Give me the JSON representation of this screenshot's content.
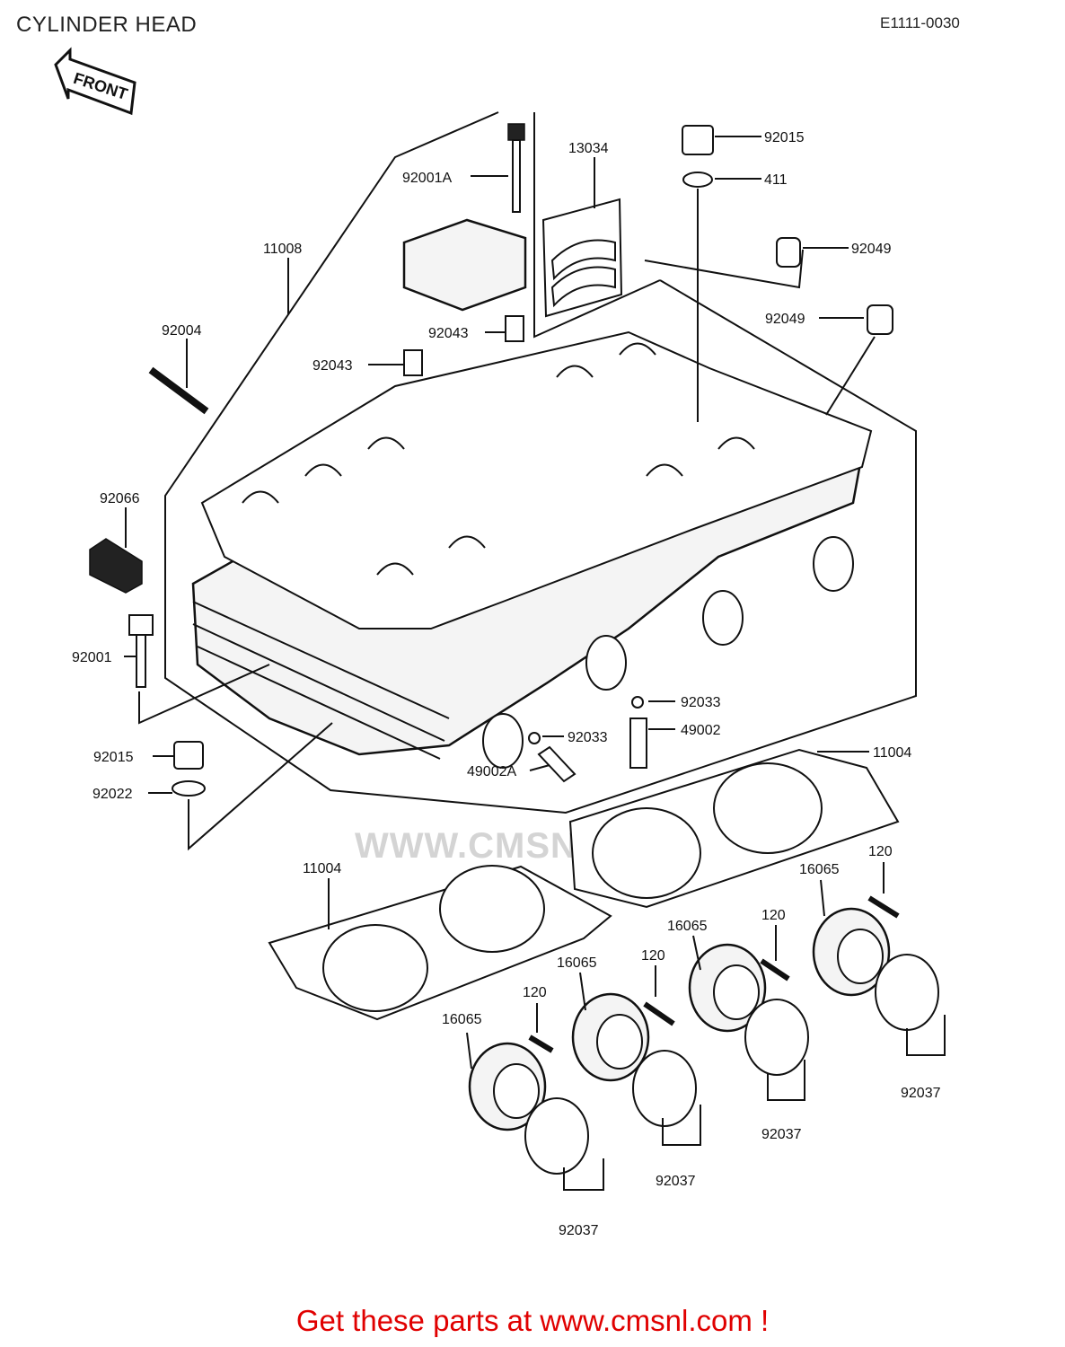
{
  "header": {
    "title": "CYLINDER HEAD",
    "drawing_code": "E1111-0030",
    "front_label": "FRONT"
  },
  "watermark": "WWW.CMSNL.COM",
  "footer": {
    "text": "Get these parts at www.cmsnl.com !"
  },
  "callouts": {
    "c13034": "13034",
    "c92015_top": "92015",
    "c411": "411",
    "c92001A": "92001A",
    "c92049_a": "92049",
    "c92049_b": "92049",
    "c11008": "11008",
    "c92043_a": "92043",
    "c92043_b": "92043",
    "c92004": "92004",
    "c92066": "92066",
    "c92001": "92001",
    "c92033_a": "92033",
    "c49002": "49002",
    "c92033_b": "92033",
    "c49002A": "49002A",
    "c11004_a": "11004",
    "c92015_bot": "92015",
    "c92022": "92022",
    "c11004_b": "11004",
    "c120_a": "120",
    "c16065_a": "16065",
    "c120_b": "120",
    "c16065_b": "16065",
    "c120_c": "120",
    "c16065_c": "16065",
    "c120_d": "120",
    "c16065_d": "16065",
    "c92037_a": "92037",
    "c92037_b": "92037",
    "c92037_c": "92037",
    "c92037_d": "92037"
  }
}
